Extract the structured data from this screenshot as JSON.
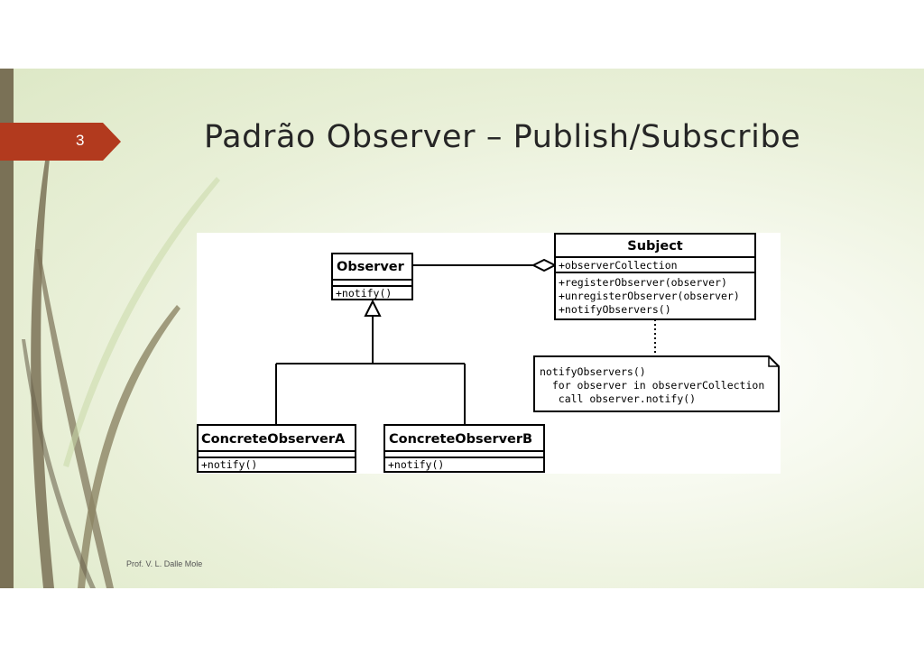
{
  "slide": {
    "number": "3",
    "title": "Padrão Observer – Publish/Subscribe",
    "footer": "Prof. V. L. Dalle Mole"
  },
  "diagram": {
    "observer": {
      "name": "Observer",
      "methods": [
        "+notify()"
      ]
    },
    "subject": {
      "name": "Subject",
      "attributes": [
        "+observerCollection"
      ],
      "methods": [
        "+registerObserver(observer)",
        "+unregisterObserver(observer)",
        "+notifyObservers()"
      ]
    },
    "concrete_a": {
      "name": "ConcreteObserverA",
      "methods": [
        "+notify()"
      ]
    },
    "concrete_b": {
      "name": "ConcreteObserverB",
      "methods": [
        "+notify()"
      ]
    },
    "note": {
      "lines": [
        "notifyObservers()",
        "  for observer in observerCollection",
        "   call observer.notify()"
      ]
    }
  },
  "colors": {
    "accent": "#b23a1e",
    "left_bar": "#7a7156",
    "background": "#eef3e2"
  }
}
